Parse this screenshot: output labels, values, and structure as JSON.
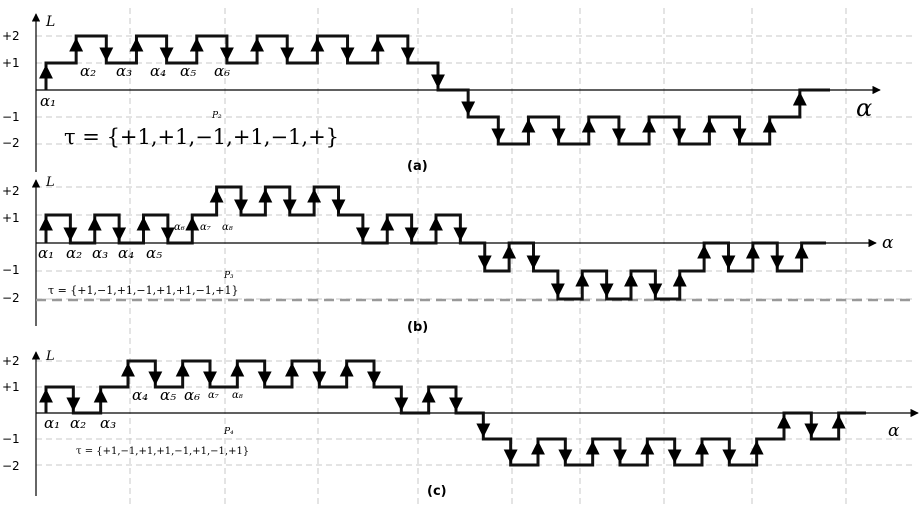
{
  "panels": [
    {
      "label": "(a)",
      "y_axis_name": "L",
      "x_axis_name": "α",
      "y_ticks": [
        "+2",
        "+1",
        "−1",
        "−2"
      ],
      "tau_text": "τ = {+1,+1,−1,+1,−1,+}",
      "p_mark": "P₂",
      "alpha_labels": [
        "α₁",
        "α₂",
        "α₃",
        "α₄",
        "α₅",
        "α₆"
      ],
      "levels": [
        0,
        1,
        2,
        1,
        2,
        1,
        2,
        1,
        2,
        1,
        2,
        1,
        2,
        1,
        0,
        -1,
        -2,
        -1,
        -2,
        -1,
        -2,
        -1,
        -2,
        -1,
        -2,
        -1,
        0
      ]
    },
    {
      "label": "(b)",
      "y_axis_name": "L",
      "x_axis_name": "α",
      "y_ticks": [
        "+2",
        "+1",
        "−1",
        "−2"
      ],
      "tau_text": "τ = {+1,−1,+1,−1,+1,+1,−1,+1}",
      "p_mark": "P₃",
      "alpha_labels": [
        "α₁",
        "α₂",
        "α₃",
        "α₄",
        "α₅",
        "α₆",
        "α₇",
        "α₈"
      ],
      "levels": [
        0,
        1,
        0,
        1,
        0,
        1,
        0,
        1,
        2,
        1,
        2,
        1,
        2,
        1,
        0,
        1,
        0,
        1,
        0,
        -1,
        0,
        -1,
        -2,
        -1,
        -2,
        -1,
        -2,
        -1,
        0,
        -1,
        0,
        -1,
        0
      ]
    },
    {
      "label": "(c)",
      "y_axis_name": "L",
      "x_axis_name": "α",
      "y_ticks": [
        "+2",
        "+1",
        "−1",
        "−2"
      ],
      "tau_text": "τ = {+1,−1,+1,+1,−1,+1,−1,+1}",
      "p_mark": "P₄",
      "alpha_labels": [
        "α₁",
        "α₂",
        "α₃",
        "α₄",
        "α₅",
        "α₆",
        "α₇",
        "α₈"
      ],
      "levels": [
        0,
        1,
        0,
        1,
        2,
        1,
        2,
        1,
        2,
        1,
        2,
        1,
        2,
        1,
        0,
        1,
        0,
        -1,
        -2,
        -1,
        -2,
        -1,
        -2,
        -1,
        -2,
        -1,
        -2,
        -1,
        0,
        -1,
        0
      ]
    }
  ]
}
